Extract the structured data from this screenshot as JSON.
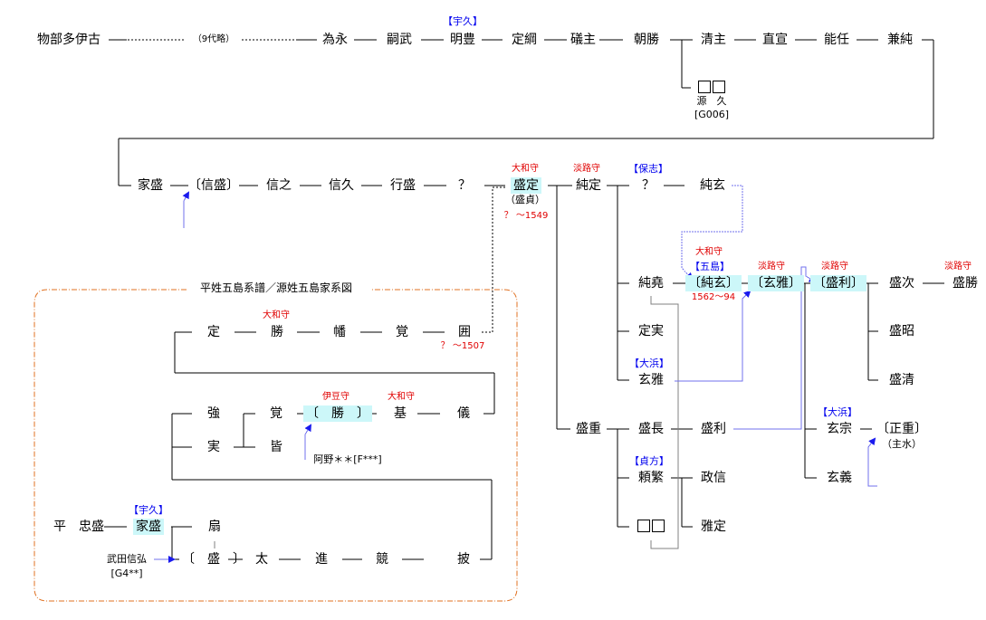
{
  "box_title": "平姓五島系譜／源姓五島家系図",
  "omitted_label": "（9代略）",
  "row1": [
    "物部多伊古",
    "為永",
    "嗣武",
    "明豊",
    "定綱",
    "礒主",
    "朝勝",
    "清主",
    "直宣",
    "能任",
    "兼純"
  ],
  "row1_notes": {
    "meiho_tag": "【宇久】"
  },
  "minamoto_branch": {
    "name_placeholder": "□□",
    "alias": "源　久",
    "ref": "[G006]"
  },
  "row2": [
    "家盛",
    "〔信盛〕",
    "信之",
    "信久",
    "行盛",
    "？",
    "盛定",
    "純定",
    "？",
    "純玄"
  ],
  "row2_notes": {
    "morisada_title": "大和守",
    "morisada_alias": "（盛貞）",
    "morisada_dates": "？ ～1549",
    "sumisada_title": "淡路守",
    "hoshi_tag": "【保志】"
  },
  "branch_right": {
    "sumitaka": "純堯",
    "sumiharu_bracket": "〔純玄〕",
    "sumiharu_title": "大和守",
    "sumiharu_tag": "【五島】",
    "sumiharu_dates": "1562～94",
    "harumasa_bracket": "〔玄雅〕",
    "harumasa_title": "淡路守",
    "morit_bracket": "〔盛利〕",
    "morit_title": "淡路守",
    "moritsugu": "盛次",
    "morikatsu": "盛勝",
    "morikatsu_title": "淡路守",
    "moriaki": "盛昭",
    "morikiyo": "盛清",
    "sadazane": "定実",
    "harumasa_plain": "玄雅",
    "ohama_tag_1": "【大浜】",
    "moshige": "盛重",
    "morinaga": "盛長",
    "moritoshi": "盛利",
    "sadakata_tag": "【貞方】",
    "yorishige": "頼繁",
    "masanobu": "政信",
    "masasada": "雅定",
    "unknown_placeholder": "□□",
    "ohama_tag_2": "【大浜】",
    "harumune": "玄宗",
    "masashige_bracket": "〔正重〕",
    "masashige_alias": "（主水）",
    "harunori": "玄義"
  },
  "box": {
    "rowA": [
      "定",
      "勝",
      "幡",
      "覚",
      "囲"
    ],
    "rowA_title": "大和守",
    "rowA_dates": "？ ～1507",
    "rowB": [
      "強",
      "覚",
      "〔　勝　〕",
      "基",
      "儀"
    ],
    "rowB_titles": [
      "伊豆守",
      "大和守"
    ],
    "jitsu": "実",
    "mina": "皆",
    "ano_ref": "阿野＊＊[F***]",
    "rowC": [
      "平　忠盛",
      "家盛",
      "扇"
    ],
    "rowC_tag": "【宇久】",
    "takeda": "武田信弘",
    "takeda_ref": "[G4**]",
    "rowD": [
      "〔　盛　〕",
      "太",
      "進",
      "競",
      "披"
    ]
  },
  "colors": {
    "line": "#000000",
    "link_blue": "#7070ee",
    "arrow_blue": "#1a1aee",
    "gray": "#808080",
    "box_border": "#e07020",
    "highlight": "#ccf7f9",
    "red_text": "#e00000",
    "blue_text": "#0000ee"
  }
}
